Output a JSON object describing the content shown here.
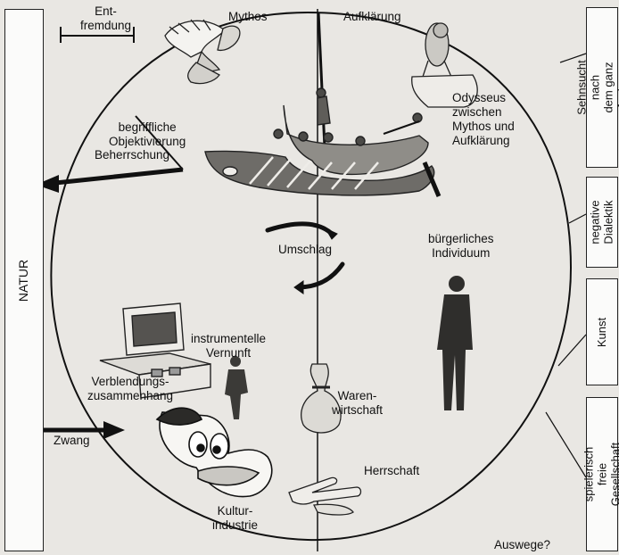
{
  "left_box": {
    "label": "NATUR"
  },
  "right_boxes": [
    {
      "label": "Sehnsucht nach\ndem ganz Anderen"
    },
    {
      "label": "negative\nDialektik"
    },
    {
      "label": "Kunst"
    },
    {
      "label": "spielerisch freie\nGesellschaft"
    }
  ],
  "labels": {
    "entfremdung": "Ent-\nfremdung",
    "mythos": "Mythos",
    "aufklaerung": "Aufklärung",
    "odysseus": "Odysseus\nzwischen\nMythos und\nAufklärung",
    "begriffliche": "begriffliche\nObjektivierung",
    "beherrschung": "Beherrschung",
    "umschlag": "Umschlag",
    "buergerliches": "bürgerliches\nIndividuum",
    "instrumentelle": "instrumentelle\nVernunft",
    "verblendung": "Verblendungs-\nzusammenhang",
    "warenwirtschaft": "Waren-\nwirtschaft",
    "zwang": "Zwang",
    "herrschaft": "Herrschaft",
    "kulturindustrie": "Kultur-\nindustrie",
    "auswege": "Auswege?"
  },
  "icons": [
    "eagle-mythos-icon",
    "owl-aufklaerung-icon",
    "ship-odysseus-icon",
    "person-silhouette-icon",
    "computer-icon",
    "money-bag-icon",
    "duck-face-icon",
    "pointing-hand-icon"
  ]
}
